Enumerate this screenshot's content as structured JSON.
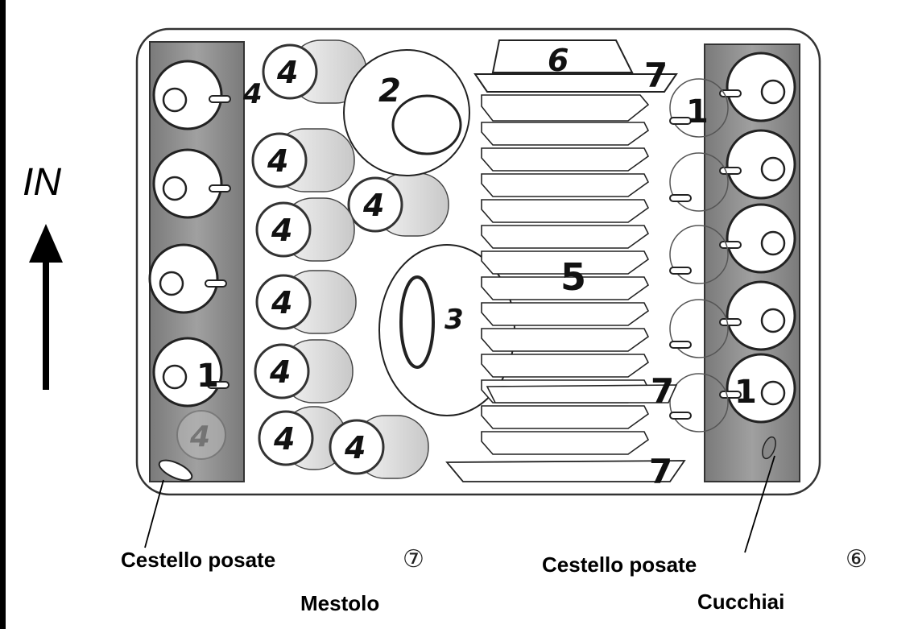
{
  "direction": {
    "label": "IN"
  },
  "plates": {
    "large_2": "2",
    "large_3": "3",
    "bowls": "5",
    "platter_6": "6",
    "serving_7_top": "7",
    "serving_7_mid": "7",
    "serving_7_bottom": "7"
  },
  "items": {
    "cup_label": "1",
    "glass_label": "4"
  },
  "callouts": {
    "left_basket": "Cestello posate",
    "left_marker": "⑦",
    "left_item": "Mestolo",
    "right_basket": "Cestello posate",
    "right_marker": "⑥",
    "right_item": "Cucchiai"
  },
  "colors": {
    "basket": "#8c8c8c",
    "basket_dark": "#6e6e6e",
    "glass": "#dcdcdc",
    "outline": "#333333"
  }
}
